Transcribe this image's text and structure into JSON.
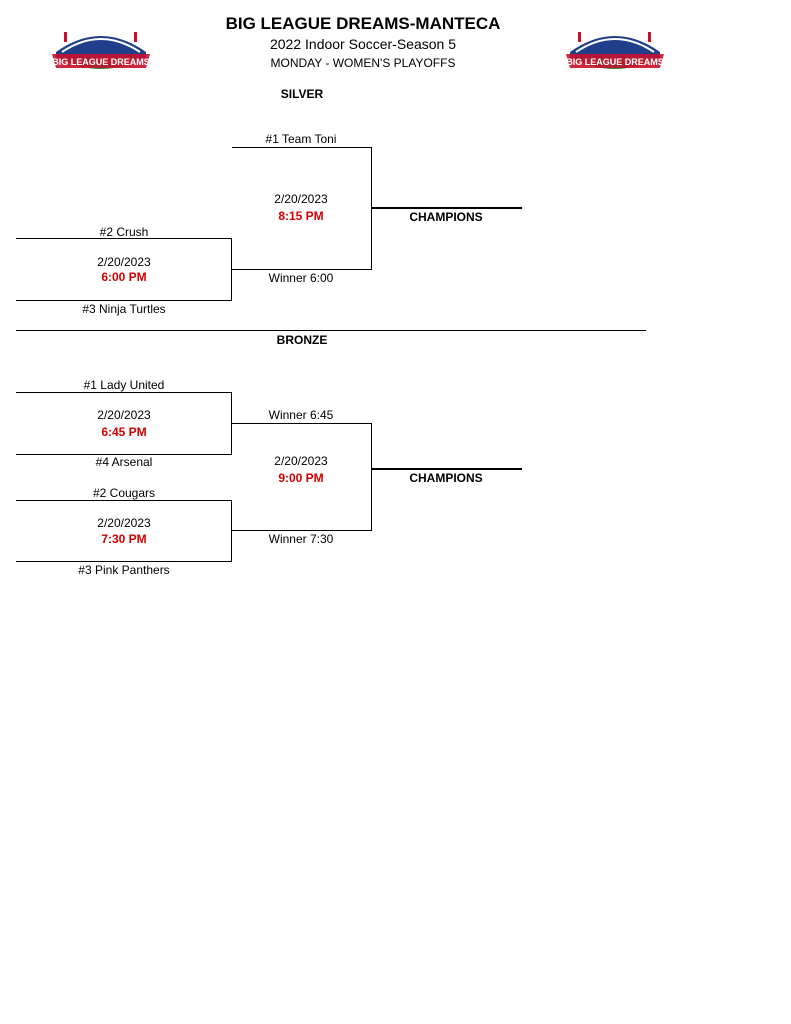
{
  "header": {
    "title": "BIG LEAGUE DREAMS-MANTECA",
    "subtitle": "2022 Indoor Soccer-Season 5",
    "event": "MONDAY - WOMEN'S PLAYOFFS",
    "logo_text": "BIG LEAGUE DREAMS"
  },
  "silver": {
    "heading": "SILVER",
    "seed1": "#1 Team Toni",
    "seed2": "#2 Crush",
    "seed3": "#3 Ninja Turtles",
    "game1_date": "2/20/2023",
    "game1_time": "6:00 PM",
    "final_date": "2/20/2023",
    "final_time": "8:15 PM",
    "winner_label": "Winner 6:00",
    "champions": "CHAMPIONS"
  },
  "bronze": {
    "heading": "BRONZE",
    "seed1": "#1 Lady United",
    "seed4": "#4 Arsenal",
    "seed2": "#2 Cougars",
    "seed3": "#3 Pink Panthers",
    "game1_date": "2/20/2023",
    "game1_time": "6:45 PM",
    "game2_date": "2/20/2023",
    "game2_time": "7:30 PM",
    "final_date": "2/20/2023",
    "final_time": "9:00 PM",
    "winner1_label": "Winner 6:45",
    "winner2_label": "Winner 7:30",
    "champions": "CHAMPIONS"
  },
  "colors": {
    "time_red": "#d00000",
    "logo_red": "#c8102e",
    "logo_blue": "#1f3f8a"
  }
}
